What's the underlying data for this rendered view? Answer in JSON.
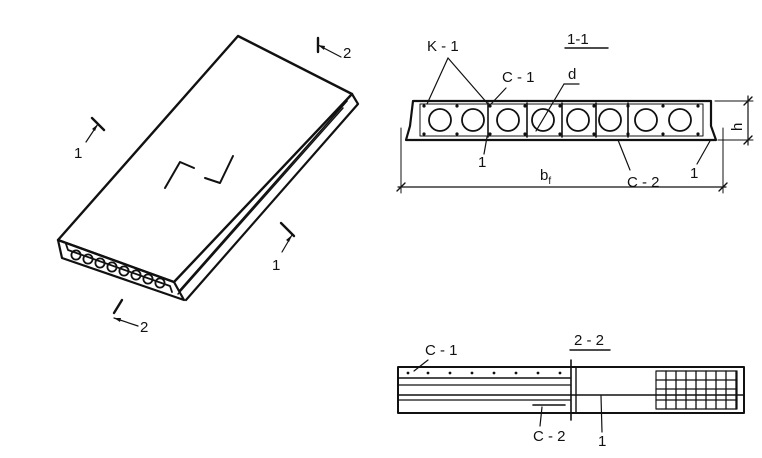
{
  "isometric": {
    "cut_1_left": "1",
    "cut_1_right": "1",
    "cut_2_top": "2",
    "cut_2_bottom": "2"
  },
  "section_1_1": {
    "title": "1-1",
    "frame_label": "K - 1",
    "top_mesh_label": "C - 1",
    "void_label": "d",
    "bar_label": "1",
    "bottom_mesh_label": "C - 2",
    "bar_label_right": "1",
    "width_label": "b",
    "width_subscript": "f",
    "height_label": "h"
  },
  "section_2_2": {
    "title": "2 - 2",
    "top_mesh_label": "C - 1",
    "bottom_mesh_label": "C - 2",
    "bar_label": "1"
  }
}
